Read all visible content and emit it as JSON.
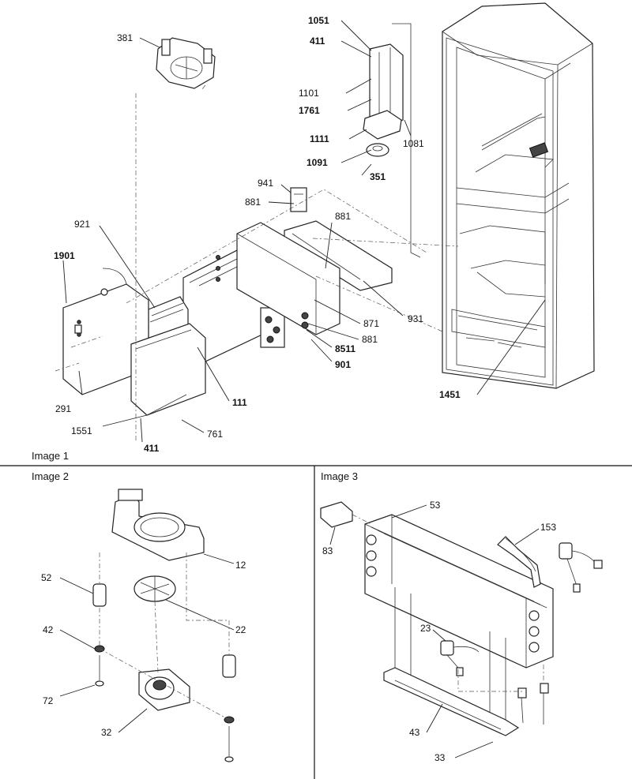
{
  "panels": {
    "image1": "Image 1",
    "image2": "Image 2",
    "image3": "Image 3"
  },
  "callouts": {
    "c381": "381",
    "c1051": "1051",
    "c411a": "411",
    "c1101": "1101",
    "c1761": "1761",
    "c1111": "1111",
    "c1081": "1081",
    "c1091": "1091",
    "c351": "351",
    "c941": "941",
    "c881a": "881",
    "c881b": "881",
    "c921": "921",
    "c1901": "1901",
    "c931": "931",
    "c871": "871",
    "c881c": "881",
    "c8511": "8511",
    "c901": "901",
    "c1451": "1451",
    "c111": "111",
    "c291": "291",
    "c1551": "1551",
    "c761": "761",
    "c411b": "411",
    "c12": "12",
    "c52": "52",
    "c22": "22",
    "c42": "42",
    "c72": "72",
    "c32": "32",
    "c83": "83",
    "c53": "53",
    "c153": "153",
    "c23": "23",
    "c43": "43",
    "c33": "33"
  }
}
